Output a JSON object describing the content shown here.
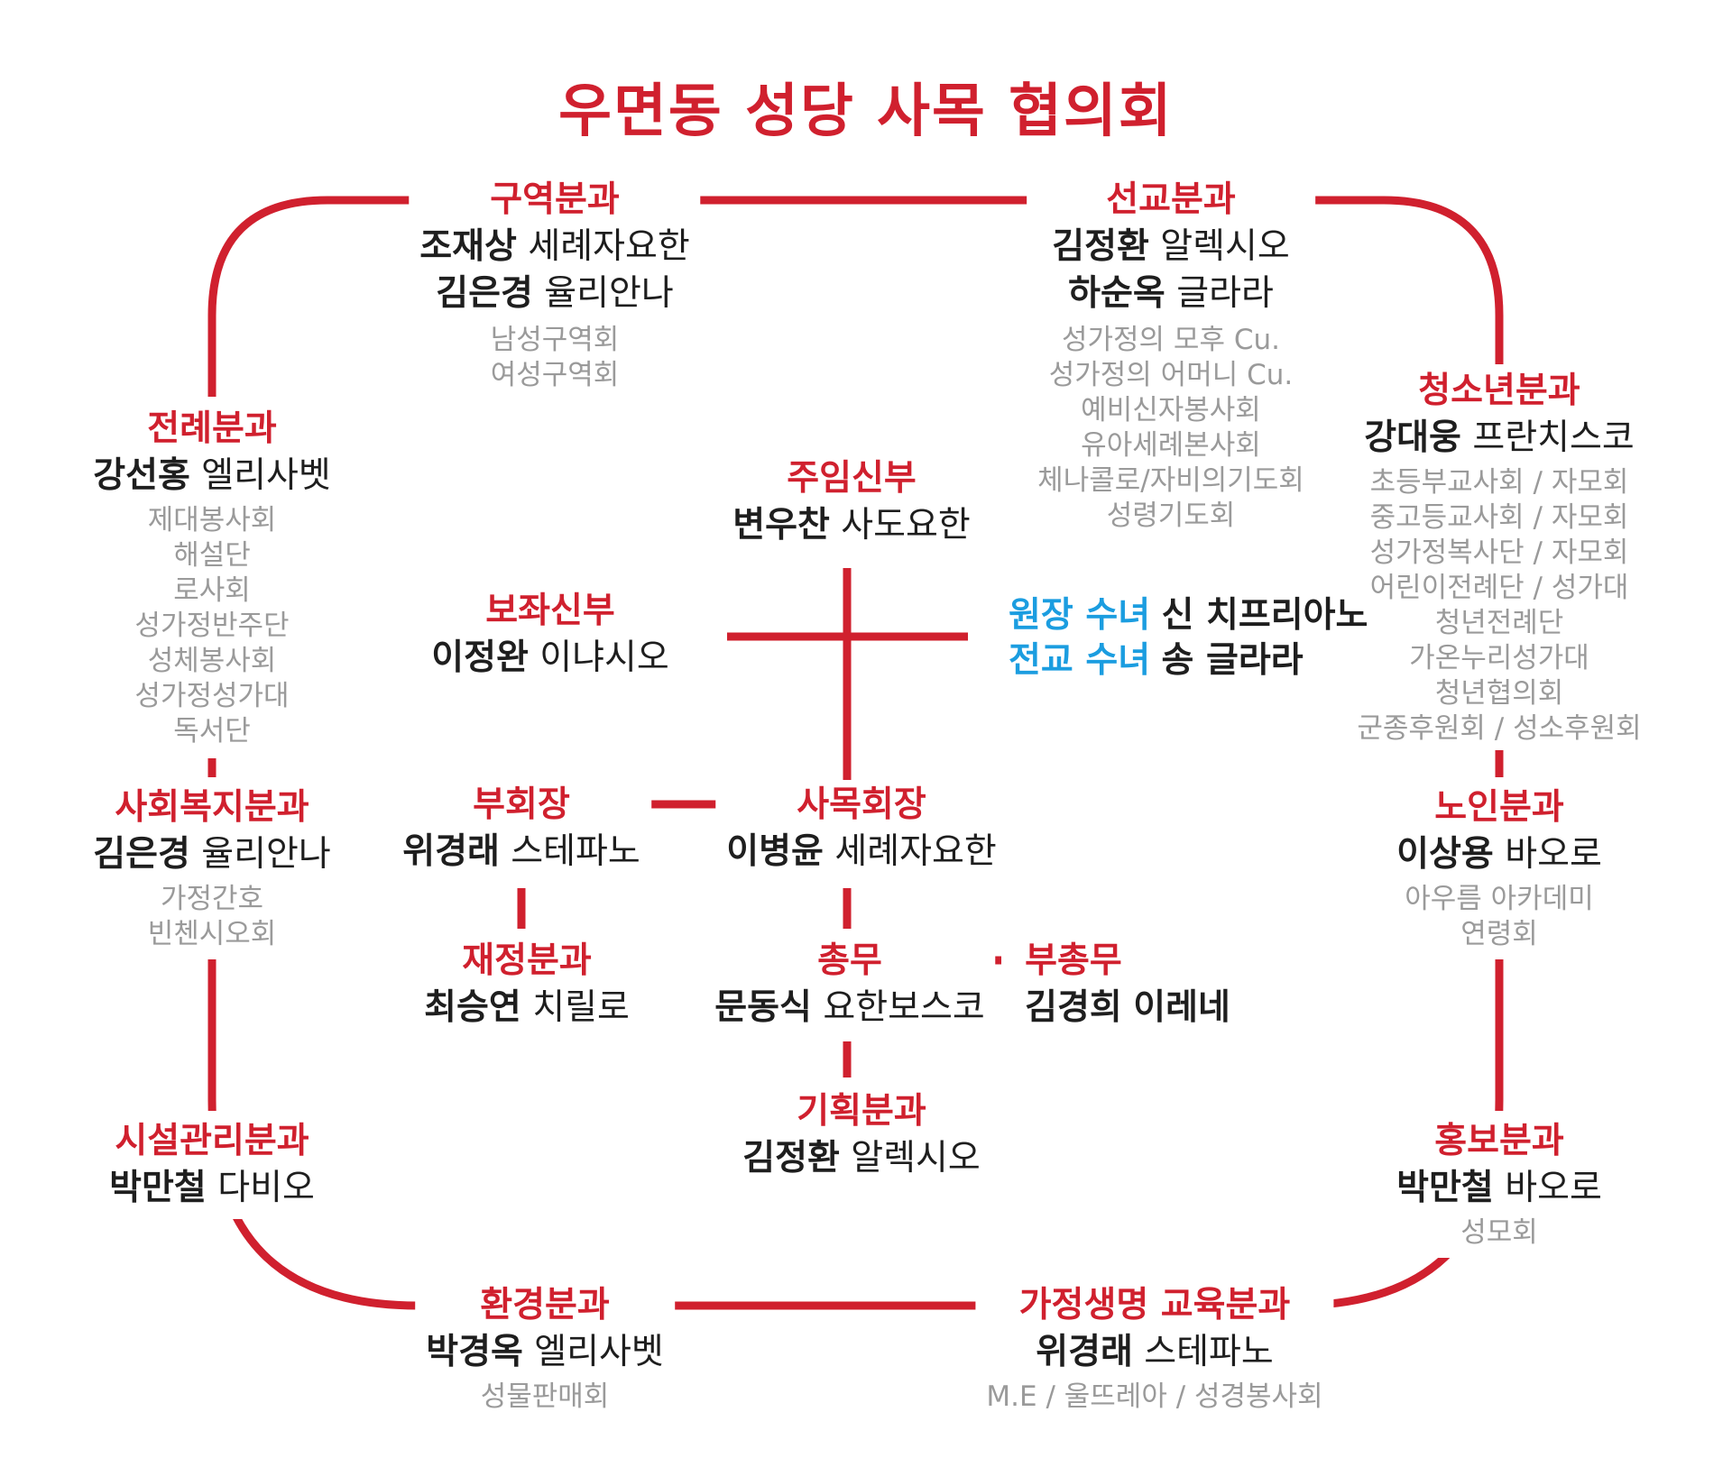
{
  "title": "우면동 성당 사목 협의회",
  "colors": {
    "accent": "#d0202e",
    "sister": "#1b9de0",
    "text": "#1e1e1e",
    "muted": "#9a9a9a"
  },
  "nodes": {
    "gu": {
      "role": "구역분과",
      "people": [
        {
          "name": "조재상",
          "baptismal": "세례자요한"
        },
        {
          "name": "김은경",
          "baptismal": "율리안나"
        }
      ],
      "groups": [
        "남성구역회",
        "여성구역회"
      ]
    },
    "seon": {
      "role": "선교분과",
      "people": [
        {
          "name": "김정환",
          "baptismal": "알렉시오"
        },
        {
          "name": "하순옥",
          "baptismal": "글라라"
        }
      ],
      "groups": [
        "성가정의 모후 Cu.",
        "성가정의 어머니 Cu.",
        "예비신자봉사회",
        "유아세례본사회",
        "체나콜로/자비의기도회",
        "성령기도회"
      ]
    },
    "jeonrye": {
      "role": "전례분과",
      "people": [
        {
          "name": "강선홍",
          "baptismal": "엘리사벳"
        }
      ],
      "groups": [
        "제대봉사회",
        "해설단",
        "로사회",
        "성가정반주단",
        "성체봉사회",
        "성가정성가대",
        "독서단"
      ]
    },
    "cheong": {
      "role": "청소년분과",
      "people": [
        {
          "name": "강대웅",
          "baptismal": "프란치스코"
        }
      ],
      "groups": [
        "초등부교사회 / 자모회",
        "중고등교사회 / 자모회",
        "성가정복사단 / 자모회",
        "어린이전례단 / 성가대",
        "청년전례단",
        "가온누리성가대",
        "청년협의회",
        "군종후원회 / 성소후원회"
      ]
    },
    "jumim": {
      "role": "주임신부",
      "people": [
        {
          "name": "변우찬",
          "baptismal": "사도요한"
        }
      ],
      "groups": []
    },
    "bojwa": {
      "role": "보좌신부",
      "people": [
        {
          "name": "이정완",
          "baptismal": "이냐시오"
        }
      ],
      "groups": []
    },
    "sisters": [
      {
        "role": "원장 수녀",
        "name": "신 치프리아노"
      },
      {
        "role": "전교 수녀",
        "name": "송 글라라"
      }
    ],
    "buhoe": {
      "role": "부회장",
      "people": [
        {
          "name": "위경래",
          "baptismal": "스테파노"
        }
      ],
      "groups": []
    },
    "samok": {
      "role": "사목회장",
      "people": [
        {
          "name": "이병윤",
          "baptismal": "세례자요한"
        }
      ],
      "groups": []
    },
    "jaejeong": {
      "role": "재정분과",
      "people": [
        {
          "name": "최승연",
          "baptismal": "치릴로"
        }
      ],
      "groups": []
    },
    "chongmu": {
      "role": "총무",
      "people": [
        {
          "name": "문동식",
          "baptismal": "요한보스코"
        }
      ],
      "groups": []
    },
    "buchongmu": {
      "role": "부총무",
      "people": [
        {
          "name": "김경희",
          "baptismal": "이레네"
        }
      ],
      "groups": []
    },
    "gihoek": {
      "role": "기획분과",
      "people": [
        {
          "name": "김정환",
          "baptismal": "알렉시오"
        }
      ],
      "groups": []
    },
    "sahoe": {
      "role": "사회복지분과",
      "people": [
        {
          "name": "김은경",
          "baptismal": "율리안나"
        }
      ],
      "groups": [
        "가정간호",
        "빈첸시오회"
      ]
    },
    "noin": {
      "role": "노인분과",
      "people": [
        {
          "name": "이상용",
          "baptismal": "바오로"
        }
      ],
      "groups": [
        "아우름 아카데미",
        "연령회"
      ]
    },
    "siseol": {
      "role": "시설관리분과",
      "people": [
        {
          "name": "박만철",
          "baptismal": "다비오"
        }
      ],
      "groups": []
    },
    "hongbo": {
      "role": "홍보분과",
      "people": [
        {
          "name": "박만철",
          "baptismal": "바오로"
        }
      ],
      "groups": [
        "성모회"
      ]
    },
    "hwangyeong": {
      "role": "환경분과",
      "people": [
        {
          "name": "박경옥",
          "baptismal": "엘리사벳"
        }
      ],
      "groups": [
        "성물판매회"
      ]
    },
    "gajeong": {
      "role": "가정생명 교육분과",
      "people": [
        {
          "name": "위경래",
          "baptismal": "스테파노"
        }
      ],
      "groups": [
        "M.E / 울뜨레아 / 성경봉사회"
      ]
    }
  }
}
